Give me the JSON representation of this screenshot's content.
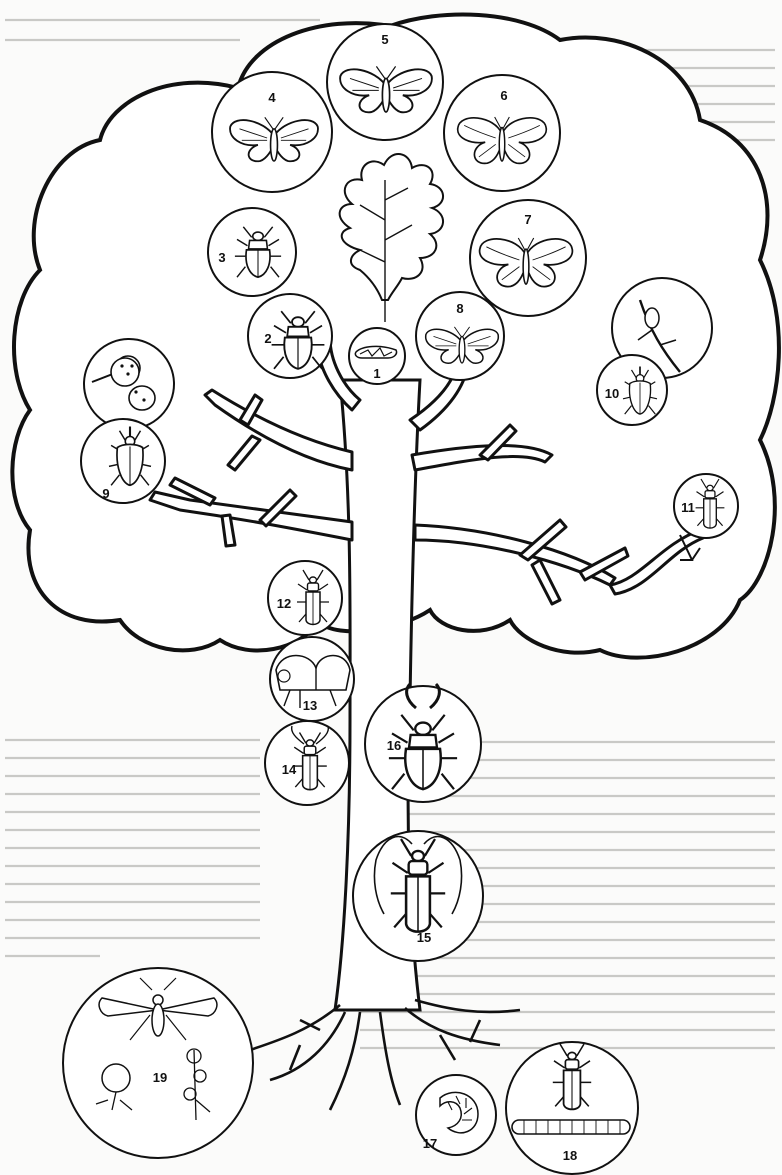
{
  "labels": [
    "1",
    "2",
    "3",
    "4",
    "5",
    "6",
    "7",
    "8",
    "9",
    "10",
    "11",
    "12",
    "13",
    "14",
    "15",
    "16",
    "17",
    "18",
    "19"
  ],
  "icons": {
    "tree": "oak-tree-icon",
    "leaf": "oak-leaf-icon",
    "moth": "moth-icon",
    "butterfly": "butterfly-icon",
    "beetle": "beetle-icon",
    "weevil": "weevil-icon",
    "stag_beetle": "stag-beetle-icon",
    "longhorn_beetle": "longhorn-beetle-icon",
    "gall": "oak-gall-icon",
    "grub": "beetle-larva-icon",
    "wireworm": "wireworm-larva-icon",
    "gall_wasp": "gall-wasp-icon",
    "root_gall": "root-gall-icon"
  },
  "colors": {
    "ink": "#111111",
    "paper": "#fbfbfa",
    "show_through_text": "#c9c9c6"
  }
}
